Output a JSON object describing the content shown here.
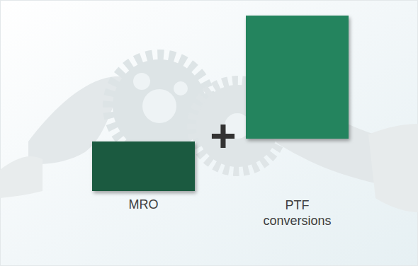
{
  "diagram": {
    "nodes": [
      {
        "text": [
          "MRO"
        ]
      },
      {
        "text": [
          "PTF conversions"
        ]
      }
    ],
    "labels": [
      "+"
    ]
  }
}
